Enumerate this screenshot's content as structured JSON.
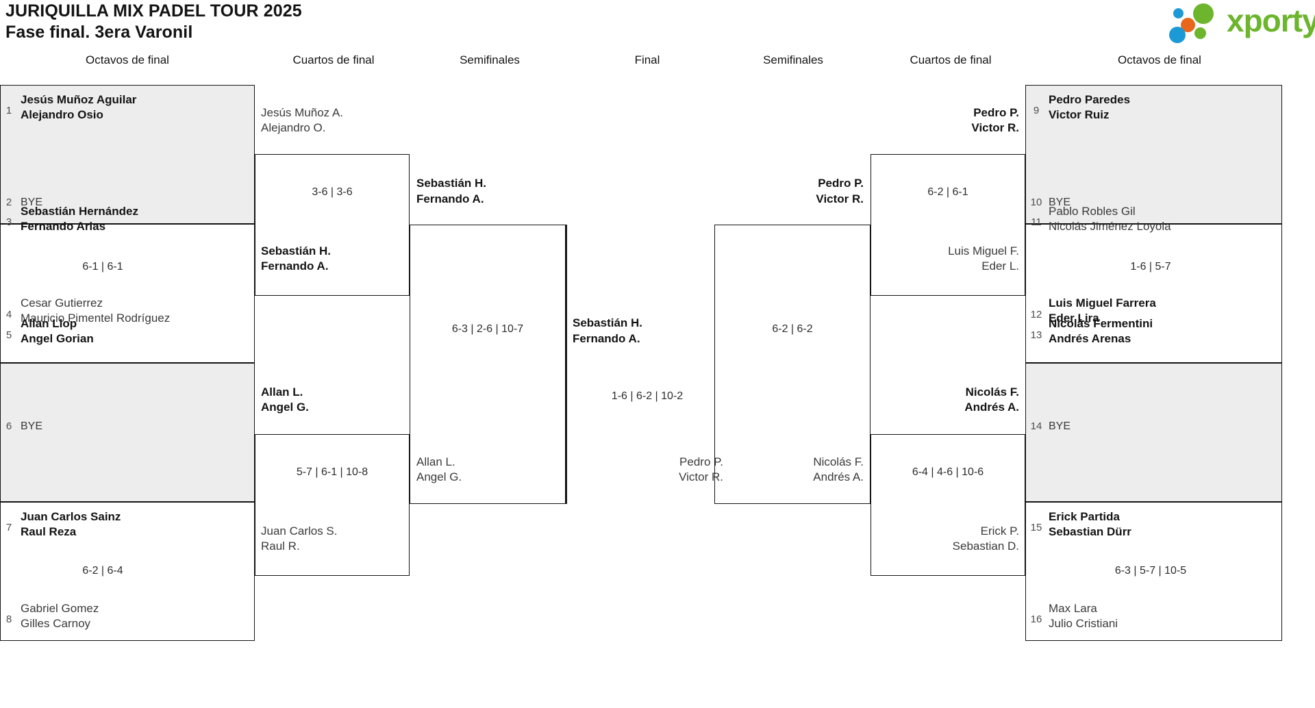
{
  "header": {
    "title_line1": "JURIQUILLA MIX PADEL TOUR 2025",
    "title_line2": "Fase final. 3era Varonil"
  },
  "logo": {
    "wordmark": "xporty",
    "colors": {
      "green": "#6cb52d",
      "blue": "#1c9ad6",
      "orange": "#e8671b"
    }
  },
  "rounds": {
    "left_octavos": "Octavos de final",
    "left_cuartos": "Cuartos de final",
    "left_semis": "Semifinales",
    "final": "Final",
    "right_semis": "Semifinales",
    "right_cuartos": "Cuartos de final",
    "right_octavos": "Octavos de final"
  },
  "bracket": {
    "left_r16": [
      {
        "seed_top": "1",
        "top_p1": "Jesús Muñoz Aguilar",
        "top_p2": "Alejandro Osio",
        "top_win": true,
        "seed_bot": "2",
        "bot_p1": "BYE",
        "bot_p2": "",
        "bot_win": false,
        "score": "",
        "shaded": true
      },
      {
        "seed_top": "3",
        "top_p1": "Sebastián Hernández",
        "top_p2": "Fernando Arias",
        "top_win": true,
        "seed_bot": "4",
        "bot_p1": "Cesar Gutierrez",
        "bot_p2": "Mauricio Pimentel Rodríguez",
        "bot_win": false,
        "score": "6-1 | 6-1",
        "shaded": false
      },
      {
        "seed_top": "5",
        "top_p1": "Allan Llop",
        "top_p2": "Angel Gorian",
        "top_win": true,
        "seed_bot": "6",
        "bot_p1": "BYE",
        "bot_p2": "",
        "bot_win": false,
        "score": "",
        "shaded": true
      },
      {
        "seed_top": "7",
        "top_p1": "Juan Carlos Sainz",
        "top_p2": "Raul Reza",
        "top_win": true,
        "seed_bot": "8",
        "bot_p1": "Gabriel Gomez",
        "bot_p2": "Gilles Carnoy",
        "bot_win": false,
        "score": "6-2 | 6-4",
        "shaded": false
      }
    ],
    "left_qf": [
      {
        "top_p1": "Jesús Muñoz A.",
        "top_p2": "Alejandro O.",
        "top_win": false,
        "bot_p1": "Sebastián H.",
        "bot_p2": "Fernando A.",
        "bot_win": true,
        "score": "3-6 | 3-6"
      },
      {
        "top_p1": "Allan L.",
        "top_p2": "Angel G.",
        "top_win": true,
        "bot_p1": "Juan Carlos S.",
        "bot_p2": "Raul R.",
        "bot_win": false,
        "score": "5-7 | 6-1 | 10-8"
      }
    ],
    "left_sf": [
      {
        "top_p1": "Sebastián H.",
        "top_p2": "Fernando A.",
        "top_win": true,
        "bot_p1": "Allan L.",
        "bot_p2": "Angel G.",
        "bot_win": false,
        "score": "6-3 | 2-6 | 10-7"
      }
    ],
    "final": {
      "top_p1": "Sebastián H.",
      "top_p2": "Fernando A.",
      "top_win": true,
      "bot_p1": "Pedro P.",
      "bot_p2": "Victor R.",
      "bot_win": false,
      "score": "1-6 | 6-2 | 10-2"
    },
    "right_sf": [
      {
        "top_p1": "Pedro P.",
        "top_p2": "Victor R.",
        "top_win": true,
        "bot_p1": "Nicolás F.",
        "bot_p2": "Andrés A.",
        "bot_win": false,
        "score": "6-2 | 6-2"
      }
    ],
    "right_qf": [
      {
        "top_p1": "Pedro P.",
        "top_p2": "Victor R.",
        "top_win": true,
        "bot_p1": "Luis Miguel F.",
        "bot_p2": "Eder L.",
        "bot_win": false,
        "score": "6-2 | 6-1"
      },
      {
        "top_p1": "Nicolás F.",
        "top_p2": "Andrés A.",
        "top_win": true,
        "bot_p1": "Erick P.",
        "bot_p2": "Sebastian D.",
        "bot_win": false,
        "score": "6-4 | 4-6 | 10-6"
      }
    ],
    "right_r16": [
      {
        "seed_top": "9",
        "top_p1": "Pedro Paredes",
        "top_p2": "Victor Ruiz",
        "top_win": true,
        "seed_bot": "10",
        "bot_p1": "BYE",
        "bot_p2": "",
        "bot_win": false,
        "score": "",
        "shaded": true
      },
      {
        "seed_top": "11",
        "top_p1": "Pablo Robles Gil",
        "top_p2": "Nicolás Jiménez Loyola",
        "top_win": false,
        "seed_bot": "12",
        "bot_p1": "Luis Miguel Farrera",
        "bot_p2": "Eder Lira",
        "bot_win": true,
        "score": "1-6 | 5-7",
        "shaded": false
      },
      {
        "seed_top": "13",
        "top_p1": "Nicolás Fermentini",
        "top_p2": "Andrés Arenas",
        "top_win": true,
        "seed_bot": "14",
        "bot_p1": "BYE",
        "bot_p2": "",
        "bot_win": false,
        "score": "",
        "shaded": true
      },
      {
        "seed_top": "15",
        "top_p1": "Erick Partida",
        "top_p2": "Sebastian Dürr",
        "top_win": true,
        "seed_bot": "16",
        "bot_p1": "Max Lara",
        "bot_p2": "Julio Cristiani",
        "bot_win": false,
        "score": "6-3 | 5-7 | 10-5",
        "shaded": false
      }
    ]
  }
}
